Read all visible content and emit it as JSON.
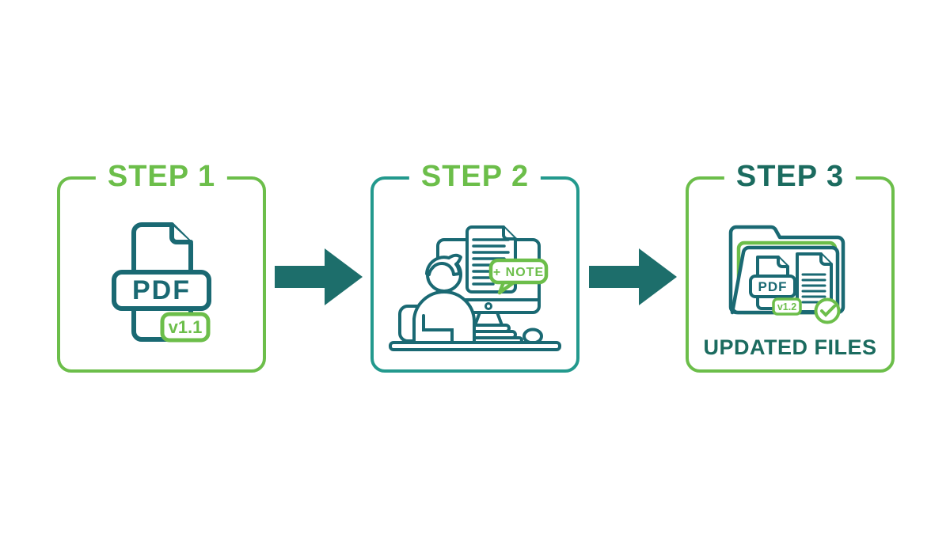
{
  "colors": {
    "green_accent": "#6cbe4a",
    "teal_border": "#23998d",
    "dark_teal_text": "#1b6b5f",
    "icon_stroke_teal": "#1a6973",
    "arrow_fill": "#1d6e6b",
    "background": "#ffffff"
  },
  "steps": [
    {
      "label": "STEP 1",
      "icon": "pdf-file-icon",
      "file_label": "PDF",
      "version_badge": "v1.1"
    },
    {
      "label": "STEP 2",
      "icon": "person-editing-computer-icon",
      "note_label": "+ NOTE"
    },
    {
      "label": "STEP 3",
      "icon": "updated-files-folder-icon",
      "file_label": "PDF",
      "version_badge": "v1.2",
      "caption": "UPDATED FILES"
    }
  ],
  "arrows": [
    {
      "name": "arrow-step1-to-step2",
      "direction": "right"
    },
    {
      "name": "arrow-step2-to-step3",
      "direction": "right"
    }
  ]
}
